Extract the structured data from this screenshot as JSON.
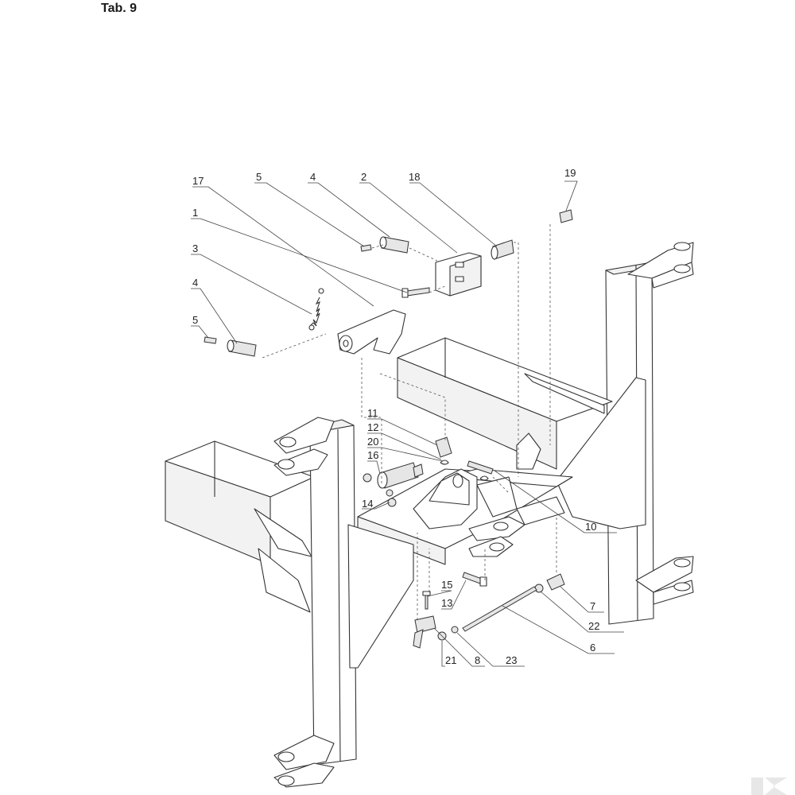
{
  "title": "Tab. 9",
  "parts": [
    {
      "number": "17"
    },
    {
      "number": "5"
    },
    {
      "number": "4"
    },
    {
      "number": "2"
    },
    {
      "number": "18"
    },
    {
      "number": "19"
    },
    {
      "number": "1"
    },
    {
      "number": "3"
    },
    {
      "number": "4"
    },
    {
      "number": "5"
    },
    {
      "number": "11"
    },
    {
      "number": "12"
    },
    {
      "number": "20"
    },
    {
      "number": "16"
    },
    {
      "number": "14"
    },
    {
      "number": "10"
    },
    {
      "number": "15"
    },
    {
      "number": "13"
    },
    {
      "number": "7"
    },
    {
      "number": "22"
    },
    {
      "number": "21"
    },
    {
      "number": "8"
    },
    {
      "number": "23"
    },
    {
      "number": "6"
    }
  ],
  "colors": {
    "line": "#333333",
    "background": "#ffffff"
  },
  "watermark_icon": "brand-logo-icon"
}
